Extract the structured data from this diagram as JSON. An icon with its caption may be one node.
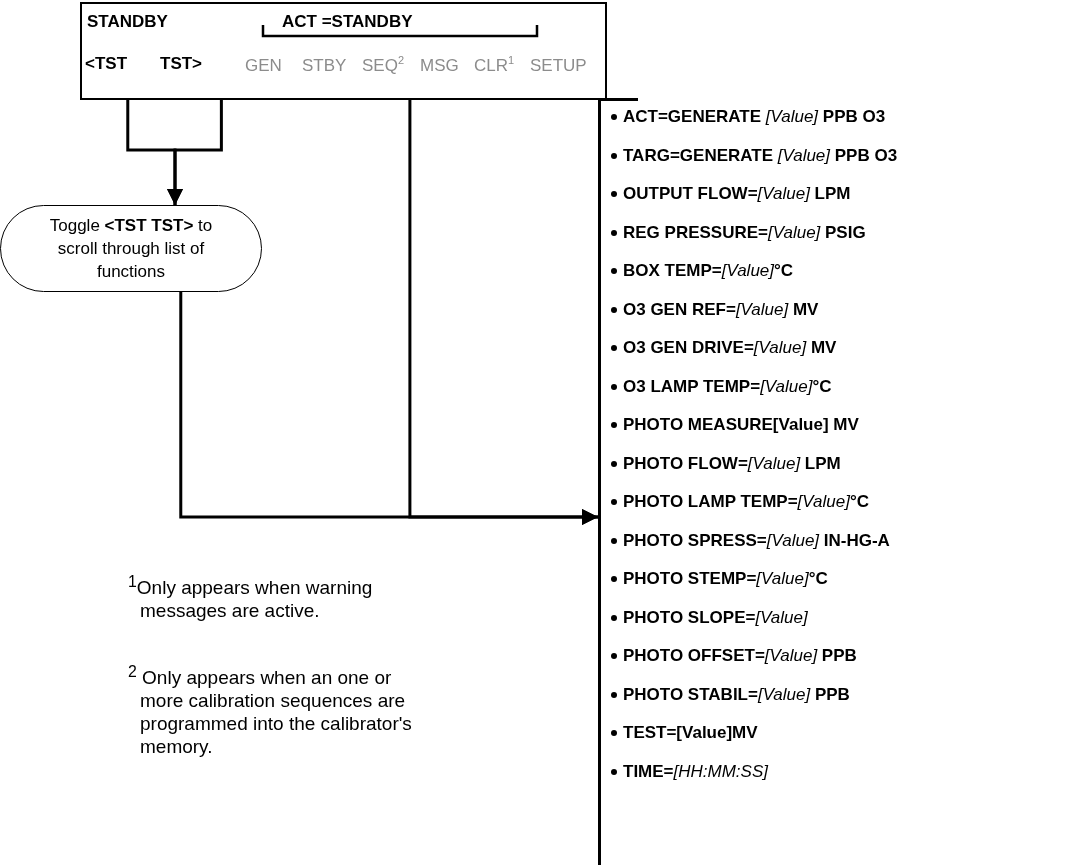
{
  "diagram": {
    "nodes": [
      {
        "text": [
          "STANDBY",
          "ACT =STANDBY",
          "GEN",
          "STBY",
          "SEQ$^{2}$",
          "MSG",
          "CLR$^{1}$",
          "SETUP"
        ]
      },
      {
        "text": [
          "<TST"
        ],
        "in": 0
      },
      {
        "text": [
          "TST>"
        ],
        "in": 0
      },
      {
        "text": [
          "Toggle **<TST TST>** to scroll through list of functions"
        ]
      },
      {
        "text": [
          "ACT=GENERATE *[Value]* PPB O3",
          "TARG=GENERATE *[Value]* PPB O3",
          "OUTPUT FLOW=*[Value]* LPM",
          "REG PRESSURE=*[Value]* PSIG",
          "BOX TEMP=*[Value]*°C",
          "O3 GEN REF=*[Value]* MV",
          "O3 GEN DRIVE=*[Value]*  MV",
          "O3 LAMP TEMP=*[Value]*°C",
          "PHOTO MEASURE[Value] MV",
          "PHOTO FLOW=*[Value]* LPM",
          "PHOTO LAMP TEMP=*[Value]*°C",
          "PHOTO SPRESS=*[Value]* IN-HG-A",
          "PHOTO STEMP=*[Value]*°C",
          "PHOTO SLOPE=*[Value]*",
          "PHOTO OFFSET=*[Value]* PPB",
          "PHOTO STABIL=*[Value]* PPB",
          "TEST=[Value]MV",
          "TIME=*[HH:MM:SS]*"
        ]
      }
    ],
    "edges": [
      {
        "from": 1,
        "to": 3,
        "arrow": "to"
      },
      {
        "from": 2,
        "to": 3,
        "arrow": "to"
      },
      {
        "from": 3,
        "to": 4,
        "arrow": "to"
      },
      {
        "from": 0,
        "to": 4,
        "arrow": "to"
      }
    ],
    "labels": [
      "$^{1}$Only appears when warning messages are active.",
      "$^{2}$ Only appears when an one or more calibration sequences are programmed into the calibrator's memory."
    ]
  }
}
